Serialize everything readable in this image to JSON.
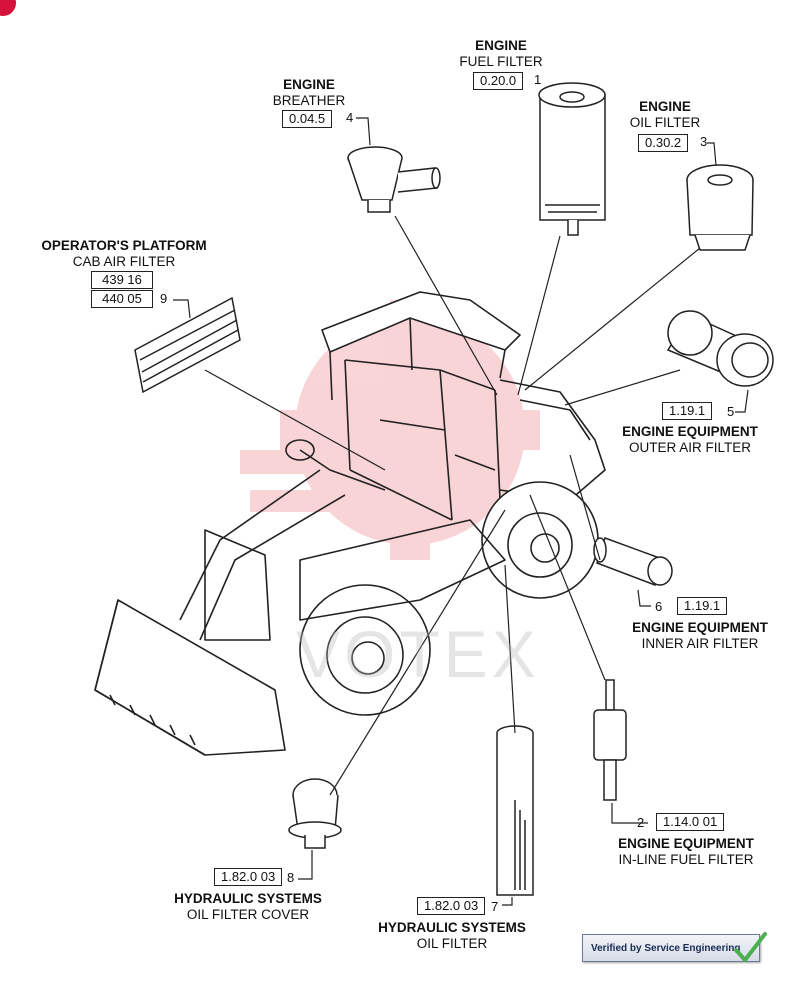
{
  "callouts": {
    "fuel_filter": {
      "group": "ENGINE",
      "name": "FUEL FILTER",
      "ref": "0.20.0",
      "num": "1"
    },
    "breather": {
      "group": "ENGINE",
      "name": "BREATHER",
      "ref": "0.04.5",
      "num": "4"
    },
    "oil_filter": {
      "group": "ENGINE",
      "name": "OIL FILTER",
      "ref": "0.30.2",
      "num": "3"
    },
    "cab_air_filter": {
      "group": "OPERATOR'S PLATFORM",
      "name": "CAB AIR FILTER",
      "ref1": "439 16",
      "ref2": "440 05",
      "num": "9"
    },
    "outer_air_filter": {
      "group": "ENGINE EQUIPMENT",
      "name": "OUTER AIR FILTER",
      "ref": "1.19.1",
      "num": "5"
    },
    "inner_air_filter": {
      "group": "ENGINE EQUIPMENT",
      "name": "INNER AIR FILTER",
      "ref": "1.19.1",
      "num": "6"
    },
    "inline_fuel_filter": {
      "group": "ENGINE EQUIPMENT",
      "name": "IN-LINE FUEL FILTER",
      "ref": "1.14.0 01",
      "num": "2"
    },
    "oil_filter_cover": {
      "group": "HYDRAULIC SYSTEMS",
      "name": "OIL FILTER COVER",
      "ref": "1.82.0 03",
      "num": "8"
    },
    "hydraulic_oil_filter": {
      "group": "HYDRAULIC SYSTEMS",
      "name": "OIL FILTER",
      "ref": "1.82.0 03",
      "num": "7"
    }
  },
  "watermark": {
    "text": "VOTEX",
    "color": "#e8404a"
  },
  "badge": {
    "text": "Verified by Service Engineering",
    "check_color": "#4caf50"
  },
  "colors": {
    "line": "#222222",
    "watermark_red": "#e8404a",
    "corner": "#d4123a"
  }
}
